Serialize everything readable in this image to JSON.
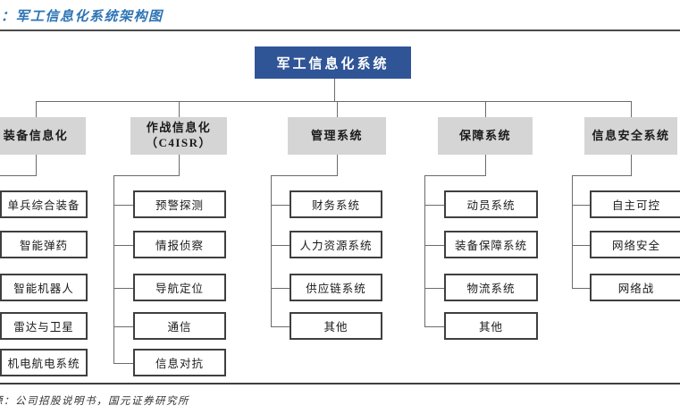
{
  "title": "：军工信息化系统架构图",
  "root": {
    "label": "军工信息化系统"
  },
  "columns": [
    {
      "header": "装备信息化",
      "children": [
        "单兵综合装备",
        "智能弹药",
        "智能机器人",
        "雷达与卫星",
        "机电航电系统"
      ]
    },
    {
      "header": "作战信息化",
      "header_line2": "（C4ISR）",
      "children": [
        "预警探测",
        "情报侦察",
        "导航定位",
        "通信",
        "信息对抗"
      ]
    },
    {
      "header": "管理系统",
      "children": [
        "财务系统",
        "人力资源系统",
        "供应链系统",
        "其他"
      ]
    },
    {
      "header": "保障系统",
      "children": [
        "动员系统",
        "装备保障系统",
        "物流系统",
        "其他"
      ]
    },
    {
      "header": "信息安全系统",
      "children": [
        "自主可控",
        "网络安全",
        "网络战"
      ]
    }
  ],
  "footer": {
    "source": "源：公司招股说明书，国元证券研究所"
  },
  "colors": {
    "title_text": "#2E74B5",
    "root_bg": "#2F5597",
    "header_bg": "#D5D5D5",
    "child_border": "#3F3F3F",
    "connector": "#6b6b6b"
  }
}
